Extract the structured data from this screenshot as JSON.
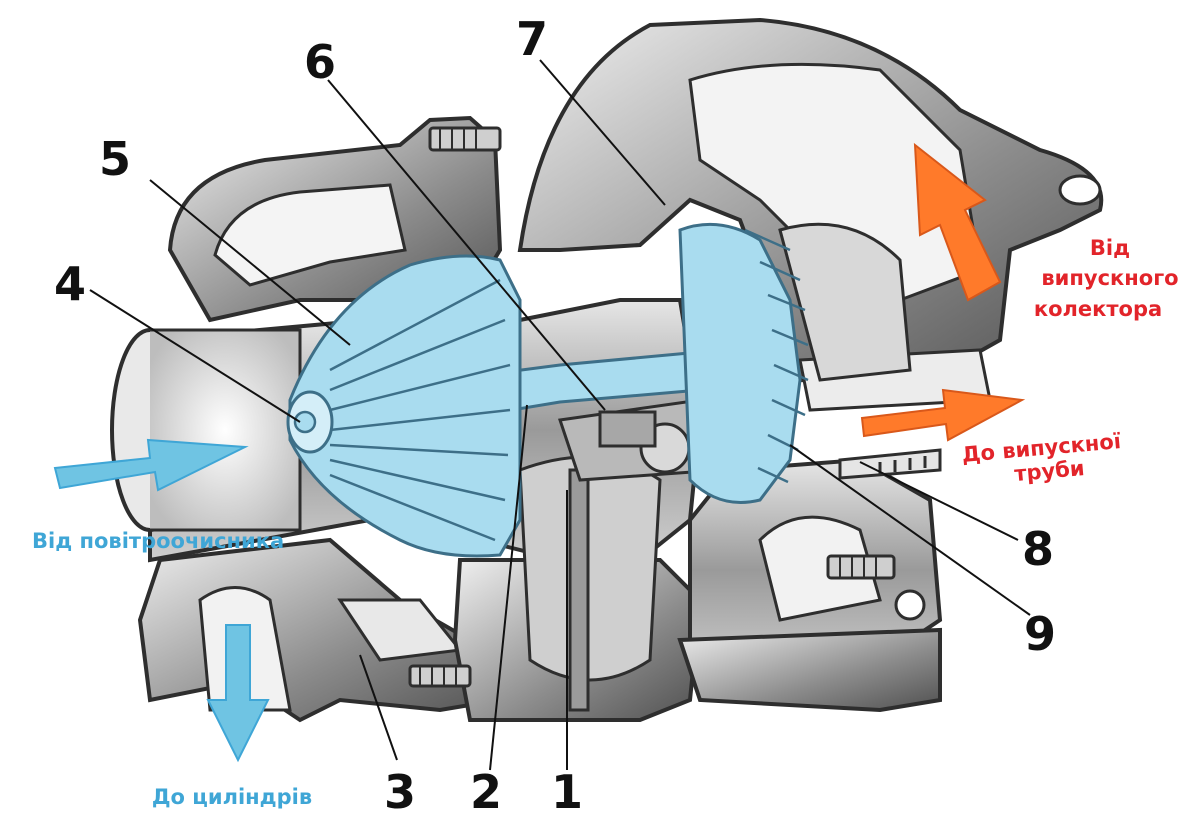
{
  "colors": {
    "metal_dark": "#3a3a3a",
    "metal_mid": "#8a8a8a",
    "metal_light": "#d4d4d4",
    "rotor_blue": "#a9dcef",
    "rotor_outline": "#3d6f88",
    "intake_arrow": "#6fc4e3",
    "exhaust_arrow": "#ff7a2a",
    "label_blue": "#3fa6d6",
    "label_red": "#e2242a",
    "leader": "#111111"
  },
  "part_numbers": {
    "n1": "1",
    "n2": "2",
    "n3": "3",
    "n4": "4",
    "n5": "5",
    "n6": "6",
    "n7": "7",
    "n8": "8",
    "n9": "9"
  },
  "flow_labels": {
    "from_air_filter": "Від повітроочисника",
    "to_cylinders": "До циліндрів",
    "from_exhaust_manifold_line1": "Від",
    "from_exhaust_manifold_line2": "випускного",
    "from_exhaust_manifold_line3": "колектора",
    "to_exhaust_pipe_line1": "До випускної",
    "to_exhaust_pipe_line2": "труби"
  }
}
